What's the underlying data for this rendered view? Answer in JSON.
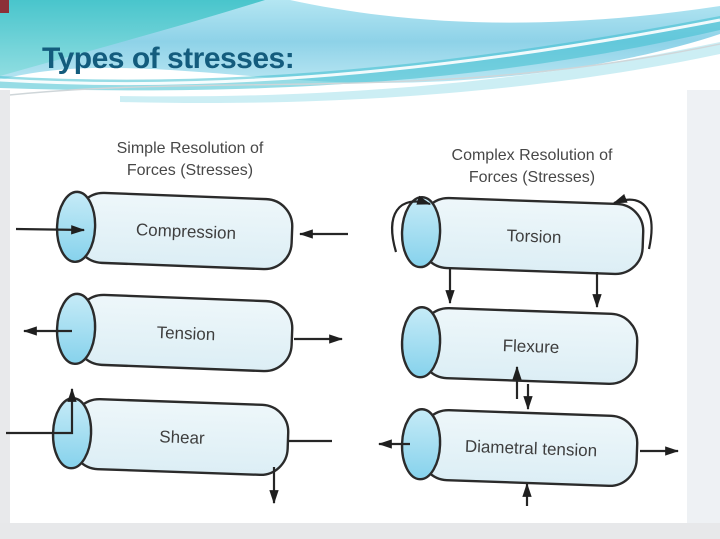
{
  "slide": {
    "title": "Types of stresses:"
  },
  "diagram": {
    "columns": [
      {
        "id": "simple",
        "header_line1": "Simple Resolution of",
        "header_line2": "Forces (Stresses)",
        "cylinders": [
          {
            "label": "Compression"
          },
          {
            "label": "Tension"
          },
          {
            "label": "Shear"
          }
        ]
      },
      {
        "id": "complex",
        "header_line1": "Complex Resolution of",
        "header_line2": "Forces (Stresses)",
        "cylinders": [
          {
            "label": "Torsion"
          },
          {
            "label": "Flexure"
          },
          {
            "label": "Diametral tension"
          }
        ]
      }
    ]
  },
  "colors": {
    "title_text": "#135c7d",
    "cylinder_body": "#e7f3f8",
    "cylinder_end_cap": "#9ed9ee",
    "outline": "#2b2b2b",
    "label_text": "#3e3e3e",
    "wave_turquoise": "#4ac5cc",
    "wave_blue": "#8ed2e8",
    "corner_accent": "#8c3038",
    "page_margin_gray": "#e8e9eb"
  }
}
